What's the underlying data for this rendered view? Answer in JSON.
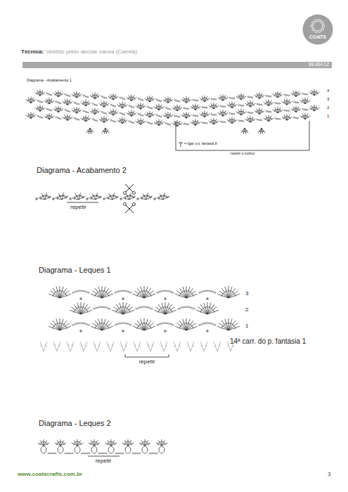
{
  "diagram": {
    "nodes": [
      {
        "text": [
          "COATS"
        ]
      },
      {
        "text": [
          "88.464.12"
        ]
      }
    ],
    "labels": [
      "Técnica:",
      "Vestido preto decote canoa (Camila)",
      "Diagrama - Acabamento 1",
      "4",
      "3",
      "2",
      "1",
      "= ligar o p. fantasia 8",
      "repetir o motivo",
      "Diagrama - Acabamento 2",
      "repetir",
      "Diagrama - Leques 1",
      "3",
      "2",
      "1",
      "14ª carr. do p. fantasia 1",
      "repetir",
      "Diagrama - Leques 2",
      "repetir",
      "www.coatscrafts.com.br",
      "3"
    ]
  }
}
